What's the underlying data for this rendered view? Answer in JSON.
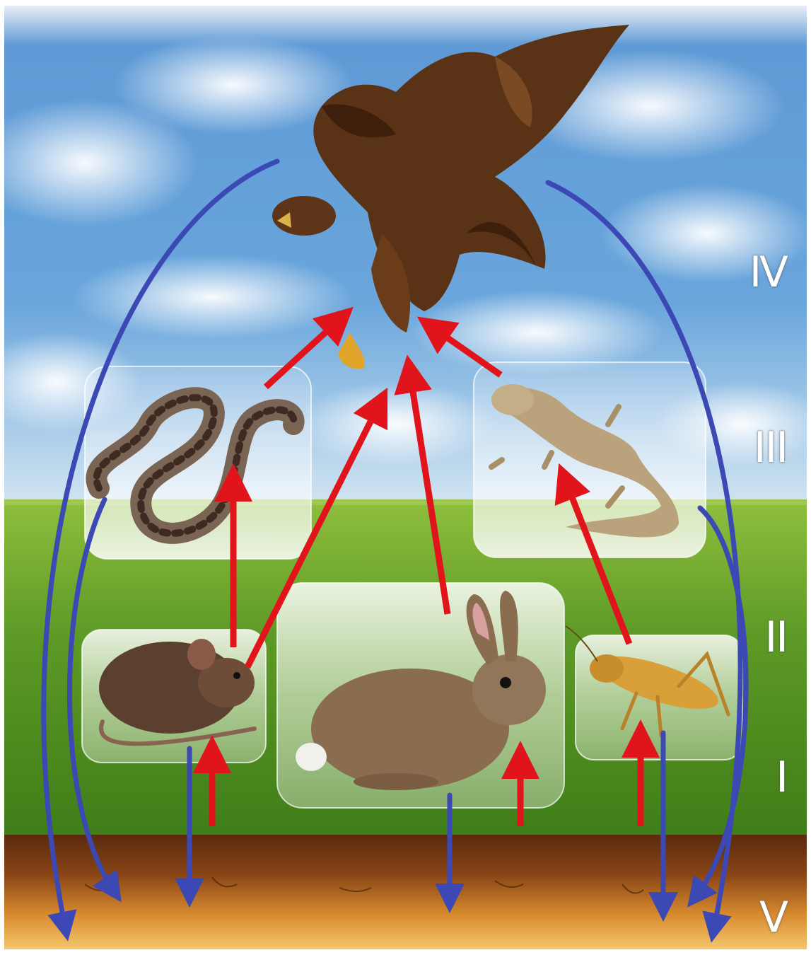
{
  "trophic_levels": [
    {
      "id": "IV",
      "label": "Ⅳ"
    },
    {
      "id": "III",
      "label": "III"
    },
    {
      "id": "II",
      "label": "II"
    },
    {
      "id": "I",
      "label": "I"
    },
    {
      "id": "V",
      "label": "V"
    }
  ],
  "organisms": {
    "level_4": [
      "eagle"
    ],
    "level_3": [
      "snake",
      "lizard"
    ],
    "level_2": [
      "mouse",
      "rabbit",
      "grasshopper"
    ],
    "level_1": [
      "grass"
    ],
    "level_5": [
      "soil"
    ]
  },
  "colors": {
    "feeding_arrow": "#e0141a",
    "decomposition_arrow": "#3c48b4",
    "sky_top": "#4f8fd0",
    "sky_bottom": "#c9dff0",
    "grass": "#6aa02c",
    "soil_top": "#6b3412",
    "soil_bottom": "#e8a23a"
  }
}
